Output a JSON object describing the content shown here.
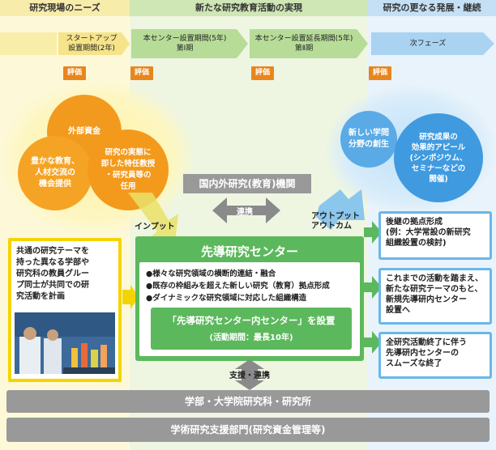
{
  "columns": [
    {
      "title": "研究現場のニーズ"
    },
    {
      "title": "新たな研究教育活動の実現"
    },
    {
      "title": "研究の更なる発展・継続"
    }
  ],
  "timeline": [
    {
      "label": "スタートアップ\n設置期間(2年)"
    },
    {
      "label": "本センター設置期間(5年)\n第Ⅰ期"
    },
    {
      "label": "本センター設置延長期間(5年)\n第Ⅱ期"
    },
    {
      "label": "次フェーズ"
    }
  ],
  "evaluation_label": "評価",
  "input_bubbles": [
    {
      "text": "外部資金"
    },
    {
      "text": "豊かな教育、\n人材交流の\n機会提供"
    },
    {
      "text": "研究の実態に\n即した特任教授\n・研究員等の\n任用"
    }
  ],
  "input_label": "インプット",
  "output_label": "アウトプット\nアウトカム",
  "output_bubbles": [
    {
      "text": "新しい学問\n分野の創生"
    },
    {
      "text": "研究成果の\n効果的アピール\n(シンポジウム、\nセミナーなどの\n開催)"
    }
  ],
  "external_org": "国内外研究(教育)機関",
  "link_label": "連携",
  "plan_text": "共通の研究テーマを\n持った異なる学部や\n研究科の教員グルー\nプ同士が共同での研\n究活動を計画",
  "center": {
    "title": "先導研究センター",
    "points": [
      "●様々な研究領域の横断的連結・融合",
      "●既存の枠組みを超えた新しい研究（教育）拠点形成",
      "●ダイナミックな研究領域に対応した組織構造"
    ],
    "inner_title": "「先導研究センター内センター」を設置",
    "inner_sub": "(活動期間：最長10年)"
  },
  "outcomes": [
    {
      "text": "後継の拠点形成\n(例：大学常設の新研究\n組織設置の検討)"
    },
    {
      "text": "これまでの活動を踏まえ、\n新たな研究テーマのもと、\n新規先導研内センター\n設置へ"
    },
    {
      "text": "全研究活動終了に伴う\n先導研内センターの\nスムーズな終了"
    }
  ],
  "support_label": "支援・連携",
  "bottom_bars": [
    {
      "text": "学部・大学院研究科・研究所"
    },
    {
      "text": "学術研究支援部門(研究資金管理等)"
    }
  ],
  "colors": {
    "yellow_col": "#fdf9da",
    "green_col": "#eef6e2",
    "blue_col": "#e9f3fb",
    "orange": "#e8861e",
    "green": "#5cb85c",
    "blue": "#4a9ee0",
    "gray": "#999999"
  }
}
